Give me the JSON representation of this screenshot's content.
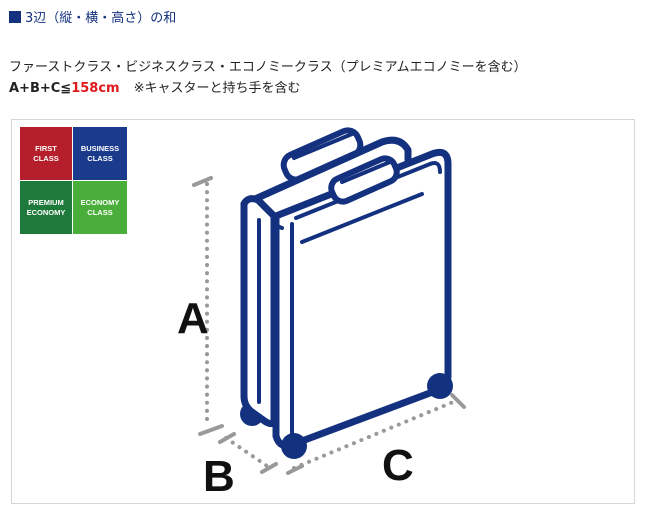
{
  "heading": {
    "text": "3辺（縦・横・高さ）の和",
    "accent": "#13317f"
  },
  "classes_line": "ファーストクラス・ビジネスクラス・エコノミークラス（プレミアムエコノミーを含む）",
  "rule": {
    "formula": "A+B+C≦",
    "limit": "158cm",
    "note": "※キャスターと持ち手を含む",
    "limit_color": "#e0191c"
  },
  "badges": [
    {
      "label": "FIRST\nCLASS",
      "color": "#b51f2b"
    },
    {
      "label": "BUSINESS\nCLASS",
      "color": "#1a3a8c"
    },
    {
      "label": "PREMIUM\nECONOMY",
      "color": "#1e7a3a"
    },
    {
      "label": "ECONOMY\nCLASS",
      "color": "#4aae3a"
    }
  ],
  "dimension_labels": {
    "a": "A",
    "b": "B",
    "c": "C"
  },
  "colors": {
    "suitcase": "#13317f",
    "dots": "#999999"
  },
  "icon": "suitcase-icon"
}
